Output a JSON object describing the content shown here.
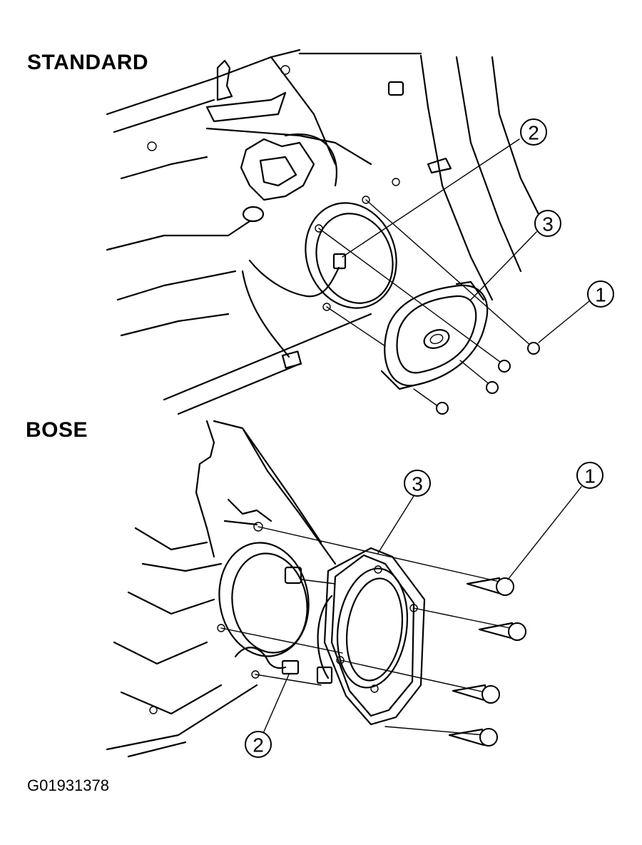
{
  "sections": {
    "standard": {
      "heading": "STANDARD"
    },
    "bose": {
      "heading": "BOSE"
    }
  },
  "callouts": {
    "standard": {
      "screw": "1",
      "connector": "2",
      "speaker": "3"
    },
    "bose": {
      "screw": "1",
      "connector": "2",
      "speaker": "3"
    }
  },
  "figure_id": "G01931378"
}
